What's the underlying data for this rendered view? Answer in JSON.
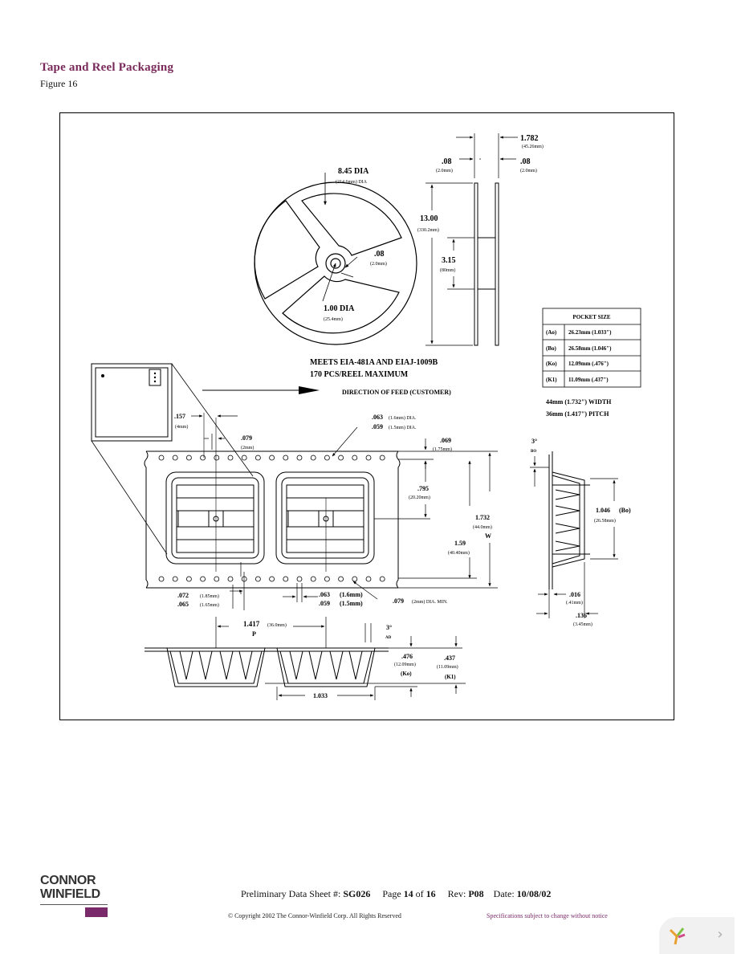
{
  "header": {
    "title": "Tape and Reel Packaging",
    "figure_label": "Figure 16"
  },
  "reel": {
    "outer_dia": "8.45 DIA",
    "outer_dia_mm": "(214.6mm) DIA",
    "hub_dia": "1.00 DIA",
    "hub_dia_mm": "(25.4mm)",
    "slot": ".08",
    "slot_mm": "(2.0mm)"
  },
  "side_view": {
    "width": "1.782",
    "width_mm": "(45.26mm)",
    "flange_left": ".08",
    "flange_left_mm": "(2.0mm)",
    "flange_right": ".08",
    "flange_right_mm": "(2.0mm)",
    "height": "13.00",
    "height_mm": "(330.2mm)",
    "hub": "3.15",
    "hub_mm": "(80mm)"
  },
  "pocket_table": {
    "title": "POCKET SIZE",
    "rows": [
      {
        "key": "(Ao)",
        "value": "26.23mm (1.033\")"
      },
      {
        "key": "(Bo)",
        "value": "26.58mm (1.046\")"
      },
      {
        "key": "(Ko)",
        "value": "12.09mm (.476\")"
      },
      {
        "key": "(K1)",
        "value": "11.09mm (.437\")"
      }
    ]
  },
  "tape_spec": {
    "width": "44mm (1.732\") WIDTH",
    "pitch": "36mm (1.417\") PITCH"
  },
  "notes": {
    "standard": "MEETS EIA-481A AND EIAJ-1009B",
    "max": "170 PCS/REEL MAXIMUM",
    "feed": "DIRECTION OF FEED (CUSTOMER)"
  },
  "tape": {
    "d157": ".157",
    "d157_mm": "(4mm)",
    "d079": ".079",
    "d079_mm": "(2mm)",
    "hole_a": ".063",
    "hole_a_mm": "(1.6mm) DIA.",
    "hole_b": ".059",
    "hole_b_mm": "(1.5mm) DIA.",
    "d069": ".069",
    "d069_mm": "(1.75mm)",
    "d795": ".795",
    "d795_mm": "(20.20mm)",
    "d1732": "1.732",
    "d1732_mm": "(44.0mm)",
    "w_label": "W",
    "d159": "1.59",
    "d159_mm": "(40.40mm)",
    "d072": ".072",
    "d072_mm": "(1.85mm)",
    "d065": ".065",
    "d065_mm": "(1.65mm)",
    "b063": ".063",
    "b063_mm": "(1.6mm)",
    "b059": ".059",
    "b059_mm": "(1.5mm)",
    "d079b": ".079",
    "d079b_mm": "(2mm) DIA. MIN."
  },
  "profile": {
    "angle": "3°",
    "angle_label": "BO",
    "b1046": "1.046",
    "b1046_key": "(Bo)",
    "b1046_mm": "(26.58mm)",
    "d016": ".016",
    "d016_mm": "(.41mm)",
    "d136": ".136",
    "d136_mm": "(3.45mm)"
  },
  "section": {
    "pitch": "1.417",
    "pitch_mm": "(36.0mm)",
    "pitch_label": "P",
    "angle": "3°",
    "angle_label": "AD",
    "d476": ".476",
    "d476_mm": "(12.09mm)",
    "d476_key": "(Ko)",
    "d437": ".437",
    "d437_mm": "(11.09mm)",
    "d437_key": "(K1)",
    "d1033": "1.033"
  },
  "footer": {
    "label_sheet": "Preliminary Data Sheet #:",
    "sheet": "SG026",
    "label_page": "Page",
    "page": "14",
    "label_of": "of",
    "total": "16",
    "label_rev": "Rev:",
    "rev": "P08",
    "label_date": "Date:",
    "date": "10/08/02",
    "copyright": "© Copyright 2002 The Connor-Winfield Corp.   All Rights Reserved",
    "spec_note": "Specifications subject to change without notice"
  },
  "logo": {
    "line1": "CONNOR",
    "line2": "WINFIELD"
  },
  "colors": {
    "title": "#7a2a5a",
    "logo_mark": "#7a2a6a",
    "spec_note": "#7a2a6a"
  }
}
